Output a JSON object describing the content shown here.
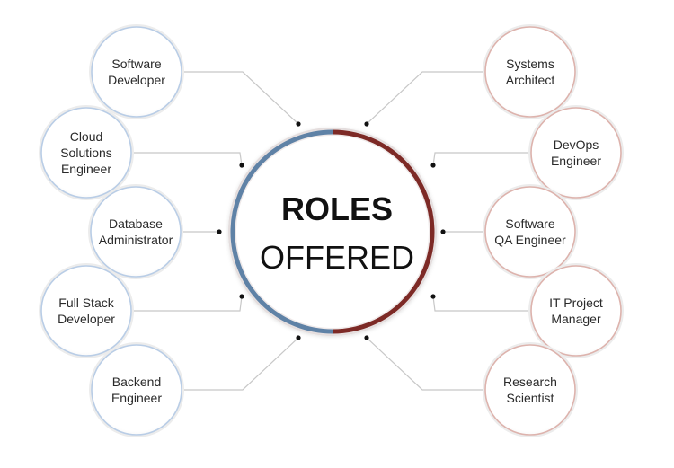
{
  "title": {
    "line1": "ROLES",
    "line2": "OFFERED"
  },
  "colors": {
    "left_accent": "#5f82a6",
    "right_accent": "#7d2a26",
    "left_ring": "#b9cde6",
    "right_ring": "#ddb3ad",
    "connector": "#c8c8c8",
    "dot": "#111111"
  },
  "roles_left": [
    {
      "id": "software-developer",
      "lines": [
        "Software",
        "Developer"
      ]
    },
    {
      "id": "cloud-solutions-engineer",
      "lines": [
        "Cloud",
        "Solutions",
        "Engineer"
      ]
    },
    {
      "id": "database-administrator",
      "lines": [
        "Database",
        "Administrator"
      ]
    },
    {
      "id": "full-stack-developer",
      "lines": [
        "Full Stack",
        "Developer"
      ]
    },
    {
      "id": "backend-engineer",
      "lines": [
        "Backend",
        "Engineer"
      ]
    }
  ],
  "roles_right": [
    {
      "id": "systems-architect",
      "lines": [
        "Systems",
        "Architect"
      ]
    },
    {
      "id": "devops-engineer",
      "lines": [
        "DevOps",
        "Engineer"
      ]
    },
    {
      "id": "software-qa-engineer",
      "lines": [
        "Software",
        "QA Engineer"
      ]
    },
    {
      "id": "it-project-manager",
      "lines": [
        "IT Project",
        "Manager"
      ]
    },
    {
      "id": "research-scientist",
      "lines": [
        "Research",
        "Scientist"
      ]
    }
  ]
}
